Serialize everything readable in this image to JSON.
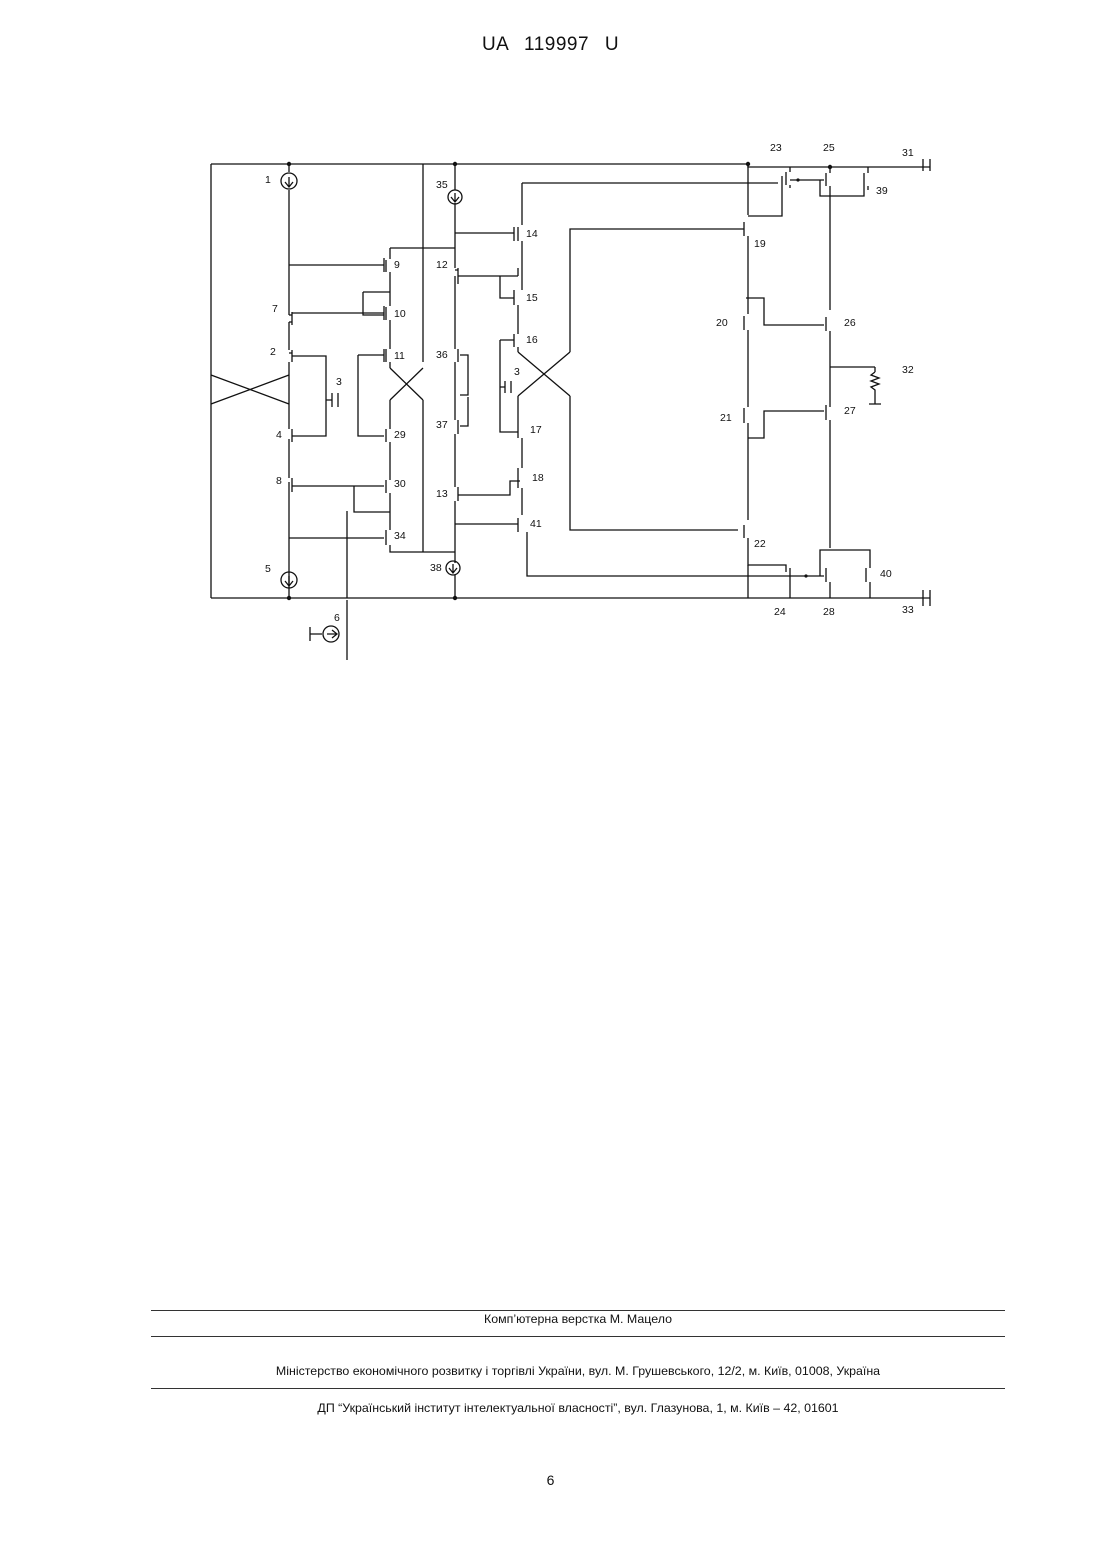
{
  "header": {
    "publication": "UA 119997 U"
  },
  "figure": {
    "labels": {
      "n1": "1",
      "n2": "2",
      "n3a": "3",
      "n3b": "3",
      "n4": "4",
      "n5": "5",
      "n6": "6",
      "n7": "7",
      "n8": "8",
      "n9": "9",
      "n10": "10",
      "n11": "11",
      "n12": "12",
      "n13": "13",
      "n14": "14",
      "n15": "15",
      "n16": "16",
      "n17": "17",
      "n18": "18",
      "n19": "19",
      "n20": "20",
      "n21": "21",
      "n22": "22",
      "n23": "23",
      "n24": "24",
      "n25": "25",
      "n26": "26",
      "n27": "27",
      "n28": "28",
      "n29": "29",
      "n30": "30",
      "n31": "31",
      "n32": "32",
      "n33": "33",
      "n34": "34",
      "n35": "35",
      "n36": "36",
      "n37": "37",
      "n38": "38",
      "n39": "39",
      "n40": "40",
      "n41": "41"
    }
  },
  "footer": {
    "layout_credit": "Комп’ютерна верстка М. Мацело",
    "ministry": "Міністерство економічного розвитку і торгівлі України, вул. М. Грушевського, 12/2, м. Київ, 01008, Україна",
    "institute": "ДП “Український інститут інтелектуальної власності”, вул. Глазунова, 1, м. Київ – 42, 01601"
  },
  "page": {
    "number": "6"
  }
}
